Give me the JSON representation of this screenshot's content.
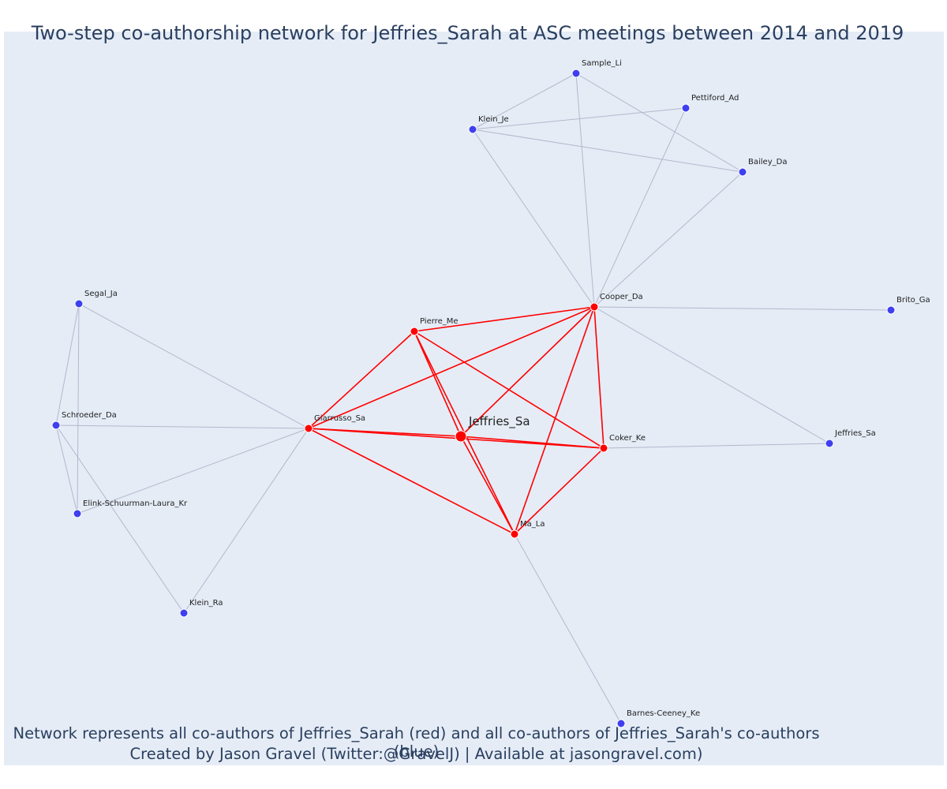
{
  "title": "Two-step co-authorship network for Jeffries_Sarah at ASC meetings between 2014 and 2019",
  "footer": {
    "line1": "Network represents all co-authors of Jeffries_Sarah (red) and all co-authors of Jeffries_Sarah's co-authors (blue)",
    "line2": "Created by Jason Gravel (Twitter:@GravelJ) | Available at jasongravel.com)"
  },
  "colors": {
    "plot_background": "#e5ecf6",
    "first_step": "#ff0000",
    "second_step": "#3f3fef",
    "grey_edge": "#b4b8cc",
    "text": "#2a3f5f"
  },
  "nodes": [
    {
      "id": "jeffries_center",
      "label": "Jeffries_Sa",
      "group": "focal"
    },
    {
      "id": "pierre",
      "label": "Pierre_Me",
      "group": "first"
    },
    {
      "id": "cooper",
      "label": "Cooper_Da",
      "group": "first"
    },
    {
      "id": "giarrusso",
      "label": "Giarrusso_Sa",
      "group": "first"
    },
    {
      "id": "coker",
      "label": "Coker_Ke",
      "group": "first"
    },
    {
      "id": "ma",
      "label": "Ma_La",
      "group": "first"
    },
    {
      "id": "sample",
      "label": "Sample_Li",
      "group": "second"
    },
    {
      "id": "pettiford",
      "label": "Pettiford_Ad",
      "group": "second"
    },
    {
      "id": "klein_je",
      "label": "Klein_Je",
      "group": "second"
    },
    {
      "id": "bailey",
      "label": "Bailey_Da",
      "group": "second"
    },
    {
      "id": "brito",
      "label": "Brito_Ga",
      "group": "second"
    },
    {
      "id": "segal",
      "label": "Segal_Ja",
      "group": "second"
    },
    {
      "id": "schroeder",
      "label": "Schroeder_Da",
      "group": "second"
    },
    {
      "id": "elink",
      "label": "Elink-Schuurman-Laura_Kr",
      "group": "second"
    },
    {
      "id": "klein_ra",
      "label": "Klein_Ra",
      "group": "second"
    },
    {
      "id": "jeffries_other",
      "label": "Jeffries_Sa",
      "group": "second"
    },
    {
      "id": "barnes",
      "label": "Barnes-Ceeney_Ke",
      "group": "second"
    }
  ],
  "edges": [
    [
      "sample",
      "klein_je",
      "grey"
    ],
    [
      "sample",
      "bailey",
      "grey"
    ],
    [
      "sample",
      "cooper",
      "grey"
    ],
    [
      "klein_je",
      "pettiford",
      "grey"
    ],
    [
      "klein_je",
      "bailey",
      "grey"
    ],
    [
      "klein_je",
      "cooper",
      "grey"
    ],
    [
      "pettiford",
      "cooper",
      "grey"
    ],
    [
      "bailey",
      "cooper",
      "grey"
    ],
    [
      "cooper",
      "brito",
      "grey"
    ],
    [
      "cooper",
      "jeffries_other",
      "grey"
    ],
    [
      "coker",
      "jeffries_other",
      "grey"
    ],
    [
      "segal",
      "schroeder",
      "grey"
    ],
    [
      "segal",
      "elink",
      "grey"
    ],
    [
      "segal",
      "giarrusso",
      "grey"
    ],
    [
      "schroeder",
      "elink",
      "grey"
    ],
    [
      "schroeder",
      "giarrusso",
      "grey"
    ],
    [
      "schroeder",
      "klein_ra",
      "grey"
    ],
    [
      "elink",
      "giarrusso",
      "grey"
    ],
    [
      "klein_ra",
      "giarrusso",
      "grey"
    ],
    [
      "ma",
      "barnes",
      "grey"
    ],
    [
      "pierre",
      "cooper",
      "red"
    ],
    [
      "pierre",
      "giarrusso",
      "red"
    ],
    [
      "pierre",
      "jeffries_center",
      "red"
    ],
    [
      "pierre",
      "ma",
      "red"
    ],
    [
      "pierre",
      "coker",
      "red"
    ],
    [
      "cooper",
      "giarrusso",
      "red"
    ],
    [
      "cooper",
      "jeffries_center",
      "red"
    ],
    [
      "cooper",
      "coker",
      "red"
    ],
    [
      "cooper",
      "ma",
      "red"
    ],
    [
      "giarrusso",
      "jeffries_center",
      "red"
    ],
    [
      "giarrusso",
      "coker",
      "red"
    ],
    [
      "giarrusso",
      "ma",
      "red"
    ],
    [
      "jeffries_center",
      "coker",
      "red"
    ],
    [
      "jeffries_center",
      "ma",
      "red"
    ],
    [
      "coker",
      "ma",
      "red"
    ]
  ]
}
